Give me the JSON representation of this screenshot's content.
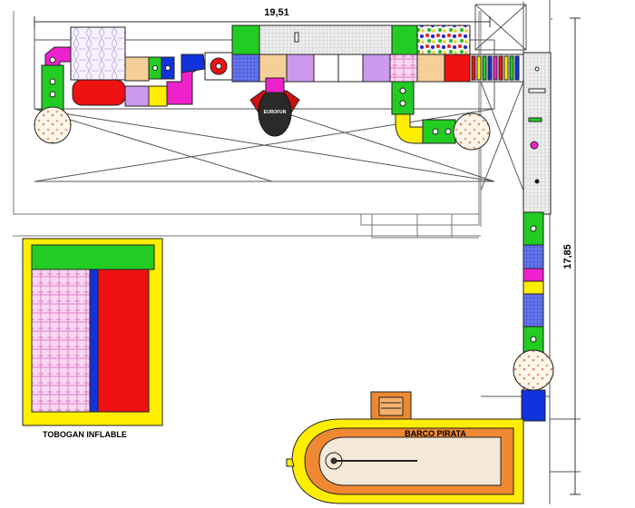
{
  "dimensions": {
    "width_label": "19,51",
    "height_label": "17,85"
  },
  "labels": {
    "slide": "TOBOGAN INFLABLE",
    "ship": "BARCO  PIRATA",
    "mascot": "EUROFUN"
  },
  "colors": {
    "green": "#22cc22",
    "red": "#ee1111",
    "yellow": "#ffee00",
    "magenta": "#ee22cc",
    "blue": "#1133dd",
    "orange": "#ee8833",
    "purple": "#cc99ee",
    "peach": "#f6cf98",
    "grey": "#d9d9d9"
  }
}
